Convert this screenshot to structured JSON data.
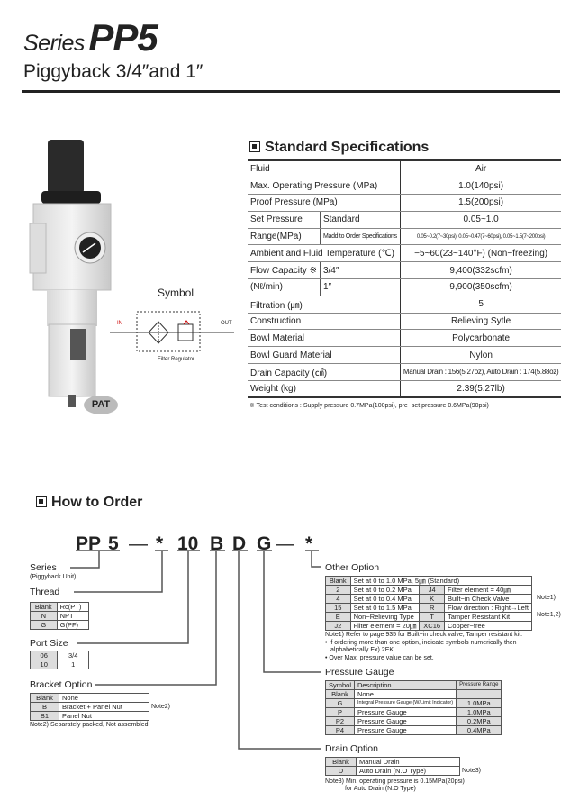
{
  "header": {
    "series_word": "Series",
    "model": "PP5",
    "subtitle": "Piggyback 3/4″and 1″"
  },
  "product": {
    "badge": "PAT",
    "symbol_title": "Symbol",
    "symbol_in": "IN",
    "symbol_out": "OUT",
    "symbol_caption": "Filter Regulator"
  },
  "specs": {
    "title": "Standard Specifications",
    "rows": [
      {
        "label": "Fluid",
        "value": "Air"
      },
      {
        "label": "Max. Operating Pressure (MPa)",
        "value": "1.0(140psi)"
      },
      {
        "label": "Proof Pressure (MPa)",
        "value": "1.5(200psi)"
      },
      {
        "label": "Set Pressure",
        "sub": "Standard",
        "value": "0.05~1.0"
      },
      {
        "label": "Range(MPa)",
        "sub": "Madd to Order Specifications",
        "value": "0.05~0.2(7~30psi), 0.05~0.47(7~60psi), 0.05~1.5(7~200psi)"
      },
      {
        "label": "Ambient and Fluid Temperature (℃)",
        "value": "−5~60(23~140°F) (Non−freezing)"
      },
      {
        "label": "Flow Capacity ※",
        "sub": "3/4″",
        "value": "9,400(332scfm)"
      },
      {
        "label": "(Nℓ/min)",
        "sub": "1″",
        "value": "9,900(350scfm)"
      },
      {
        "label": "Filtration (㎛)",
        "value": "5"
      },
      {
        "label": "Construction",
        "value": "Relieving Sytle"
      },
      {
        "label": "Bowl Material",
        "value": "Polycarbonate"
      },
      {
        "label": "Bowl Guard Material",
        "value": "Nylon"
      },
      {
        "label": "Drain Capacity (㎤)",
        "value": "Manual Drain : 156(5.27oz), Auto Drain : 174(5.88oz)"
      },
      {
        "label": "Weight (kg)",
        "value": "2.39(5.27lb)"
      }
    ],
    "note": "※ Test conditions : Supply pressure 0.7MPa(100psi), pre−set pressure 0.6MPa(90psi)"
  },
  "order": {
    "title": "How to Order",
    "code": [
      "PP",
      "5",
      "—",
      "*",
      "10",
      "B",
      "D",
      "G",
      "—",
      "*"
    ],
    "series": {
      "label": "Series",
      "note": "(Piggyback Unit)"
    },
    "thread": {
      "label": "Thread",
      "rows": [
        [
          "Blank",
          "Rc(PT)"
        ],
        [
          "N",
          "NPT"
        ],
        [
          "G",
          "G(PF)"
        ]
      ]
    },
    "port": {
      "label": "Port Size",
      "rows": [
        [
          "06",
          "3/4"
        ],
        [
          "10",
          "1"
        ]
      ]
    },
    "bracket": {
      "label": "Bracket Option",
      "rows": [
        [
          "Blank",
          "None"
        ],
        [
          "B",
          "Bracket + Panel Nut"
        ],
        [
          "B1",
          "Panel Nut"
        ]
      ],
      "side_note": "Note2)",
      "note": "Note2) Separately packed, Not assembled."
    },
    "other": {
      "label": "Other Option",
      "blank": [
        "Blank",
        "Set at 0 to 1.0 MPa, 5㎛ (Standard)"
      ],
      "rows": [
        [
          "2",
          "Set at 0 to 0.2 MPa",
          "J4",
          "Filter element = 40㎛"
        ],
        [
          "4",
          "Set at 0 to 0.4 MPa",
          "K",
          "Built−in Check Valve"
        ],
        [
          "15",
          "Set at 0 to 1.5 MPa",
          "R",
          "Flow direction : Right→Left"
        ],
        [
          "E",
          "Non−Relieving Type",
          "T",
          "Tamper Resistant Kit"
        ],
        [
          "J2",
          "Filter element = 20㎛",
          "XC16",
          "Copper−free"
        ]
      ],
      "side_note1": "Note1)",
      "side_note2": "Note1,2)",
      "notes": [
        "Note1) Refer to page 935 for Built−in check valve, Tamper resistant kit.",
        "• If ordering more than one option, indicate symbols numerically then",
        "alphabetically Ex) 2EK",
        "• Over Max. pressure value can be set."
      ]
    },
    "gauge": {
      "label": "Pressure Gauge",
      "headers": [
        "Symbol",
        "Description",
        "Pressure Range"
      ],
      "rows": [
        [
          "Blank",
          "None",
          ""
        ],
        [
          "G",
          "Integral Pressure Gauge (W/Limit Indicator)",
          "1.0MPa"
        ],
        [
          "P",
          "Pressure Gauge",
          "1.0MPa"
        ],
        [
          "P2",
          "Pressure Gauge",
          "0.2MPa"
        ],
        [
          "P4",
          "Pressure Gauge",
          "0.4MPa"
        ]
      ]
    },
    "drain": {
      "label": "Drain Option",
      "rows": [
        [
          "Blank",
          "Manual Drain"
        ],
        [
          "D",
          "Auto Drain (N.O Type)"
        ]
      ],
      "side_note": "Note3)",
      "notes": [
        "Note3) Min. operating pressure is 0.15MPa(20psi)",
        "for Auto Drain (N.O Type)"
      ]
    }
  }
}
